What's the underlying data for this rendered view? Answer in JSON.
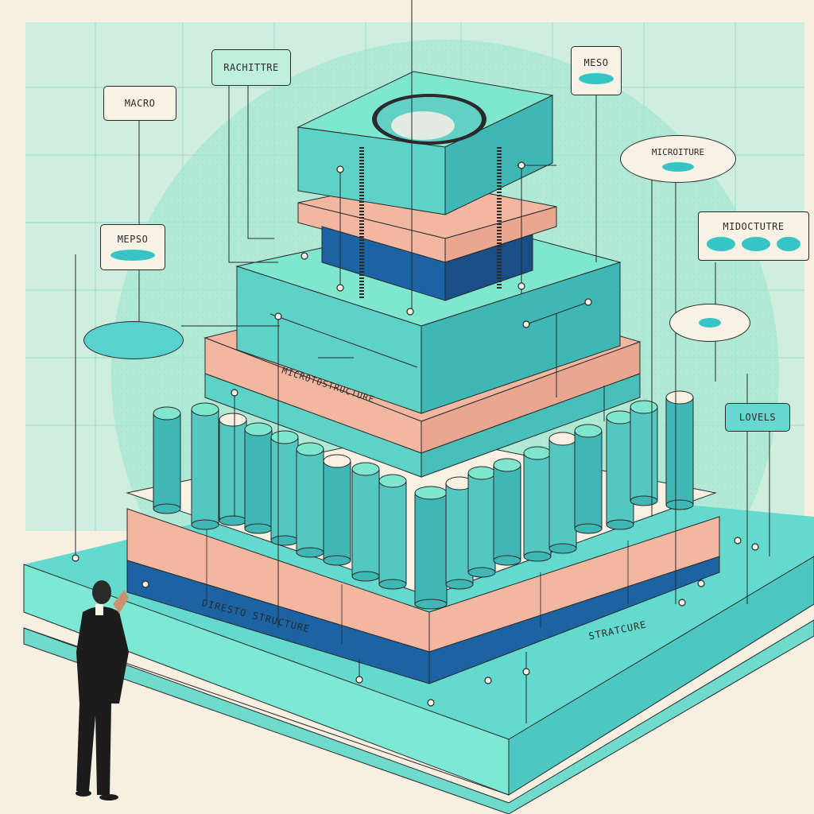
{
  "labels": {
    "macro": "MACRO",
    "architecture": "RACHITTRE",
    "meso_top": "MESO",
    "meso_left": "MEPSO",
    "microstructure": "MICROITURE",
    "midostructure": "MIDOCTUTRE",
    "levels": "LOVELS",
    "middle_band": "MICROTOSTRUCTURE",
    "base_left": "DIRESTO STRUCTURE",
    "base_right": "STRATCURE"
  },
  "colors": {
    "background": "#f8efe3",
    "teal": "#5fd2c8",
    "teal_dark": "#2fa9ad",
    "aqua": "#7fe7cf",
    "salmon": "#f2b7a1",
    "navy": "#1b63a2",
    "pill": "#37c4c4",
    "suit": "#1c1c1c"
  },
  "icons": {
    "person": "person-figure-icon",
    "pill": "oval-marker-icon"
  }
}
